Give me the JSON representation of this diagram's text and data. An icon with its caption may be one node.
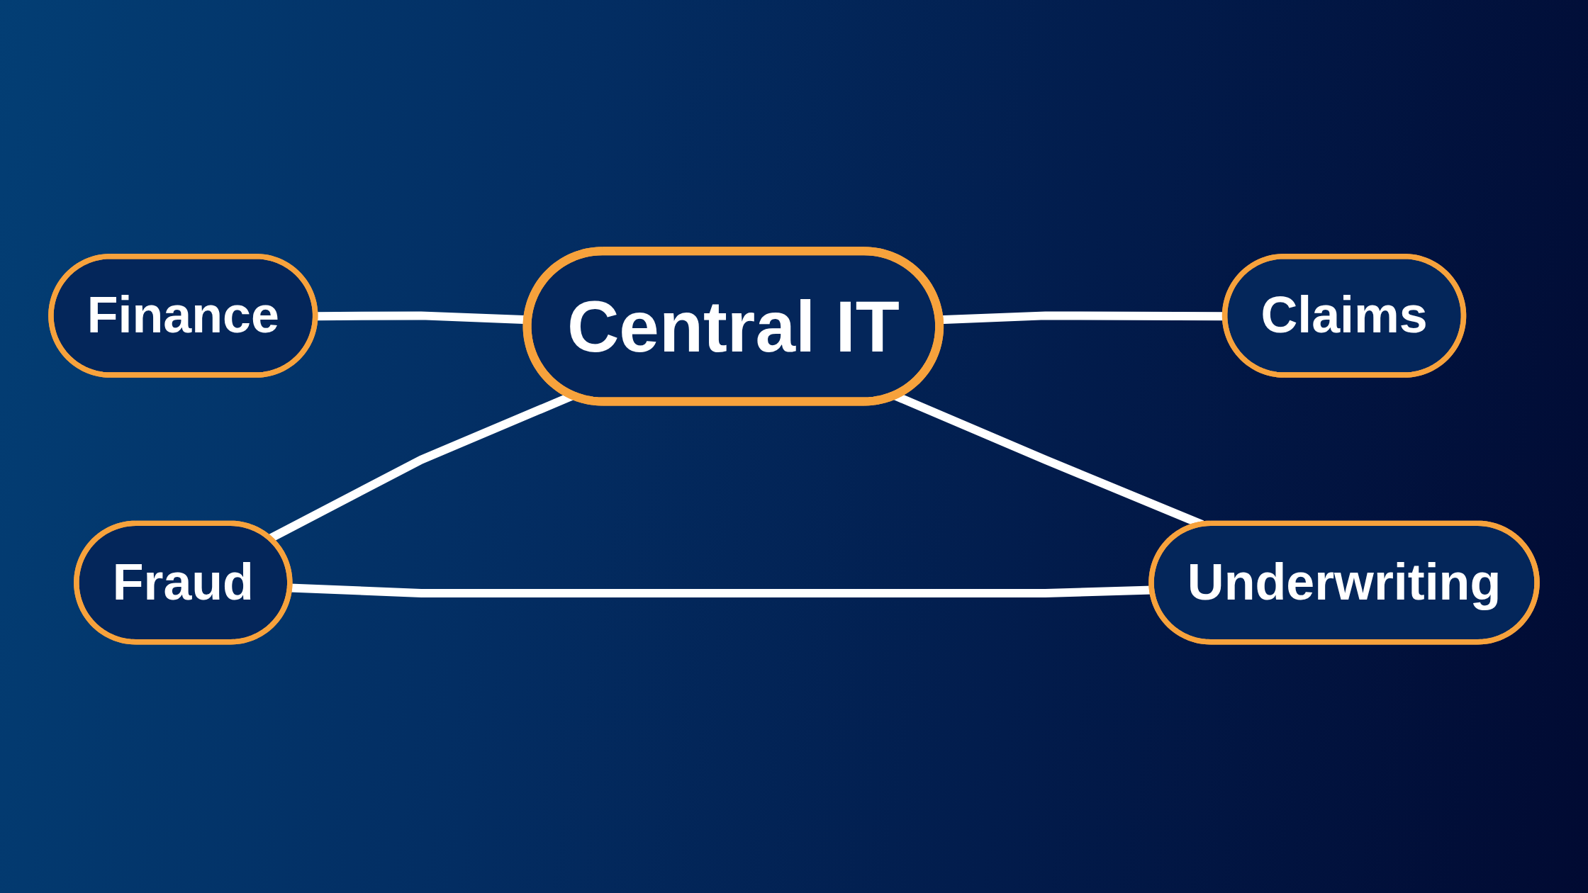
{
  "diagram": {
    "nodes": [
      {
        "text": [
          "Finance"
        ]
      },
      {
        "text": [
          "Claims"
        ]
      },
      {
        "text": [
          "Central IT"
        ]
      },
      {
        "text": [
          "Fraud"
        ]
      },
      {
        "text": [
          "Underwriting"
        ]
      }
    ],
    "edges": [
      {
        "from": 0,
        "to": 2,
        "arrow": "none"
      },
      {
        "from": 2,
        "to": 1,
        "arrow": "none"
      },
      {
        "from": 3,
        "to": 2,
        "arrow": "none"
      },
      {
        "from": 2,
        "to": 4,
        "arrow": "none"
      },
      {
        "from": 3,
        "to": 4,
        "arrow": "none"
      }
    ]
  }
}
